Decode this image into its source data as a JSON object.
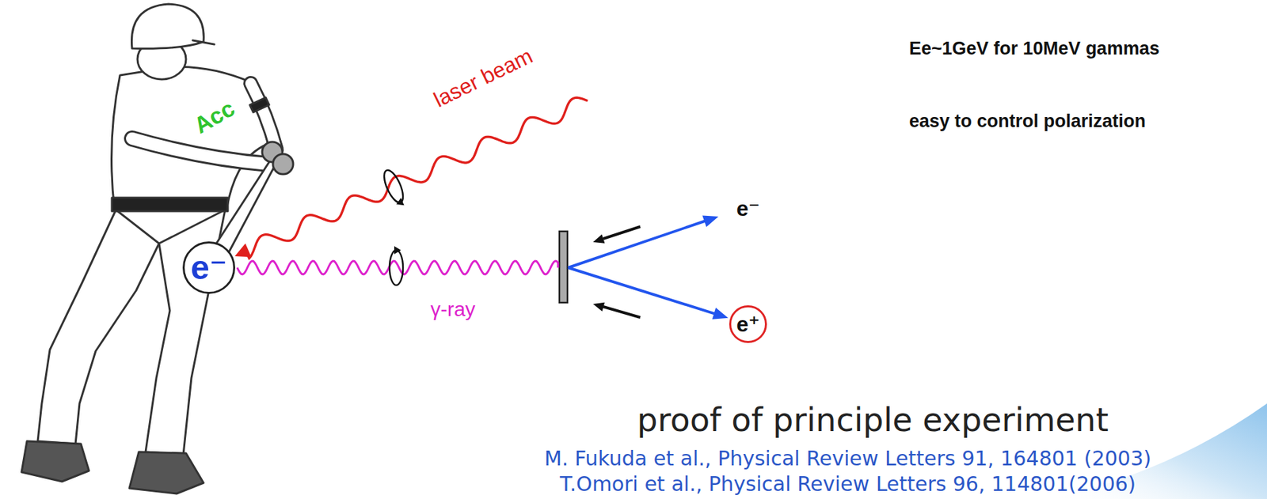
{
  "diagram": {
    "nodes": [
      {
        "text": [
          "e⁻"
        ]
      },
      {
        "text": [
          "e⁺"
        ]
      }
    ],
    "labels": [
      "Acc",
      "laser beam",
      "γ-ray",
      "e⁻",
      "Ee~1GeV for 10MeV gammas",
      "easy to control polarization",
      "proof of principle experiment",
      "M. Fukuda et al., Physical Review Letters 91, 164801 (2003)",
      "T.Omori et al., Physical Review Letters 96, 114801(2006)"
    ]
  }
}
